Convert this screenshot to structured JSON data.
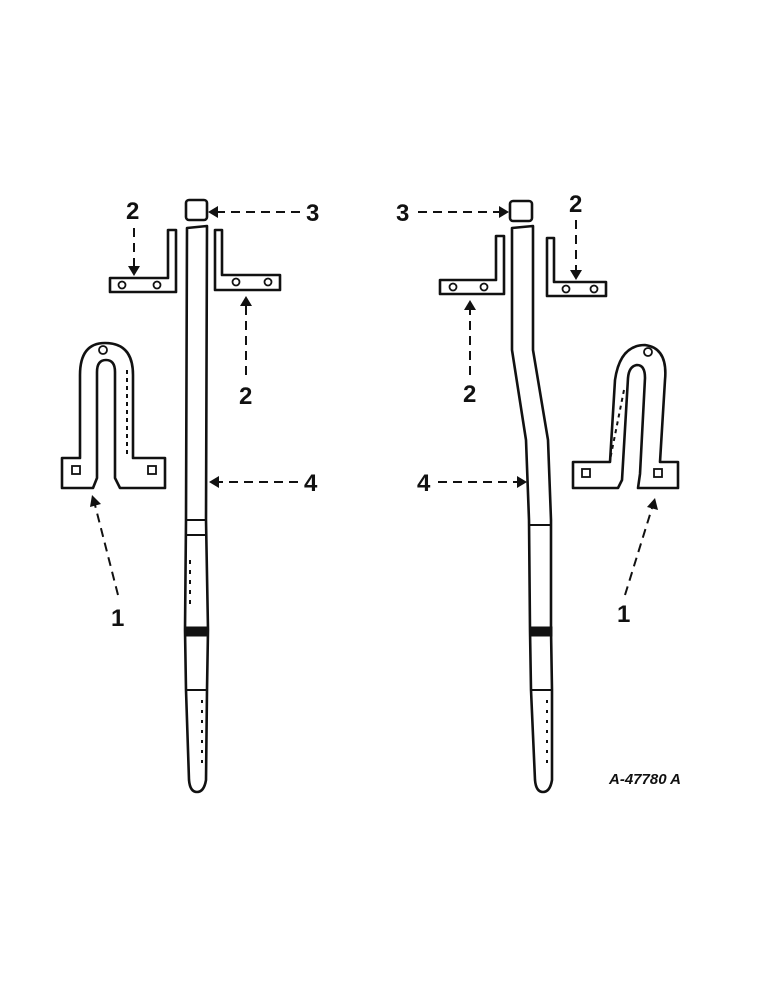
{
  "figure": {
    "reference": "A-47780 A"
  },
  "callouts": {
    "left": {
      "bracket_upper_left": "2",
      "bracket_upper_right": "2",
      "cap": "3",
      "shank": "4",
      "mount_bracket": "1"
    },
    "right": {
      "bracket_upper_left": "2",
      "bracket_upper_right": "2",
      "cap": "3",
      "shank": "4",
      "mount_bracket": "1"
    }
  }
}
